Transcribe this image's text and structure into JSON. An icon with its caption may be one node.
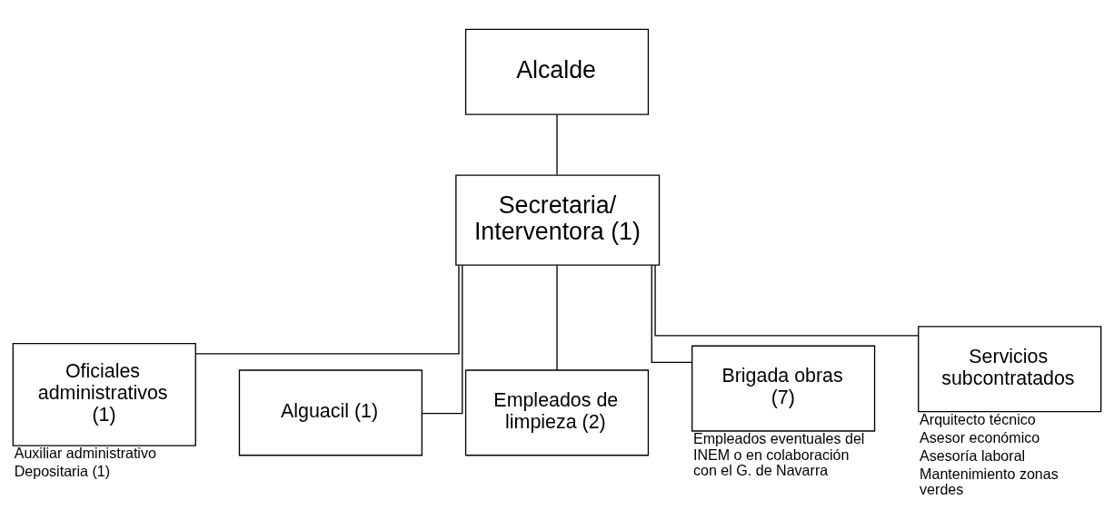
{
  "diagram": {
    "nodes": [
      {
        "text": [
          "Alcalde"
        ]
      },
      {
        "text": [
          "Secretaria/ Interventora (1)"
        ]
      },
      {
        "text": [
          "Oficiales administrativos (1)"
        ],
        "beside": [
          "Auxiliar administrativo",
          "Depositaria (1)"
        ]
      },
      {
        "text": [
          "Alguacil (1)"
        ]
      },
      {
        "text": [
          "Empleados de limpieza (2)"
        ]
      },
      {
        "text": [
          "Brigada obras (7)"
        ],
        "beside": [
          "Empleados eventuales del INEM o en colaboración con el G. de Navarra"
        ]
      },
      {
        "text": [
          "Servicios subcontratados"
        ],
        "beside": [
          "Arquitecto técnico",
          "Asesor económico",
          "Asesoría laboral",
          "Mantenimiento zonas verdes"
        ]
      }
    ],
    "edges": [
      {
        "from": 0,
        "to": 1,
        "arrow": "none"
      },
      {
        "from": 1,
        "to": 2,
        "arrow": "none"
      },
      {
        "from": 1,
        "to": 3,
        "arrow": "none"
      },
      {
        "from": 1,
        "to": 4,
        "arrow": "none"
      },
      {
        "from": 1,
        "to": 5,
        "arrow": "none"
      },
      {
        "from": 1,
        "to": 6,
        "arrow": "none"
      }
    ]
  }
}
